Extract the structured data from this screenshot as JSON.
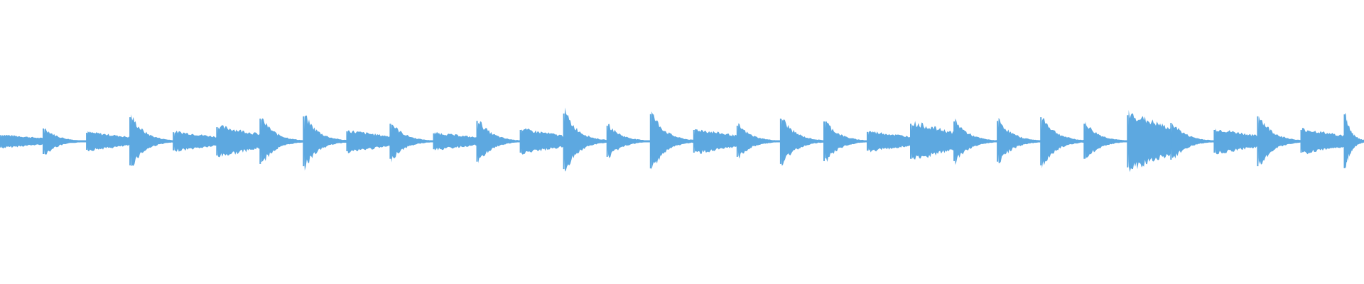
{
  "waveform": {
    "color": "#5DA8E0",
    "background": "#FFFFFF",
    "segments": [
      {
        "peak": 0.22,
        "decay": "flat"
      },
      {
        "peak": 0.45,
        "decay": "pluck"
      },
      {
        "peak": 0.3,
        "decay": "flat"
      },
      {
        "peak": 0.85,
        "decay": "pluck"
      },
      {
        "peak": 0.32,
        "decay": "flat"
      },
      {
        "peak": 0.5,
        "decay": "flat"
      },
      {
        "peak": 0.8,
        "decay": "pluck"
      },
      {
        "peak": 0.88,
        "decay": "pluck"
      },
      {
        "peak": 0.35,
        "decay": "flat"
      },
      {
        "peak": 0.62,
        "decay": "pluck"
      },
      {
        "peak": 0.28,
        "decay": "flat"
      },
      {
        "peak": 0.72,
        "decay": "pluck"
      },
      {
        "peak": 0.4,
        "decay": "flat"
      },
      {
        "peak": 0.98,
        "decay": "pluck"
      },
      {
        "peak": 0.55,
        "decay": "pluck"
      },
      {
        "peak": 0.96,
        "decay": "pluck"
      },
      {
        "peak": 0.4,
        "decay": "flat"
      },
      {
        "peak": 0.55,
        "decay": "pluck"
      },
      {
        "peak": 0.8,
        "decay": "pluck"
      },
      {
        "peak": 0.7,
        "decay": "pluck"
      },
      {
        "peak": 0.33,
        "decay": "flat"
      },
      {
        "peak": 0.62,
        "decay": "flat"
      },
      {
        "peak": 0.7,
        "decay": "pluck"
      },
      {
        "peak": 0.72,
        "decay": "pluck"
      },
      {
        "peak": 0.85,
        "decay": "pluck"
      },
      {
        "peak": 0.62,
        "decay": "pluck"
      },
      {
        "peak": 0.92,
        "decay": "flat"
      },
      {
        "peak": 0.65,
        "decay": "pluck"
      },
      {
        "peak": 0.4,
        "decay": "flat"
      },
      {
        "peak": 0.88,
        "decay": "pluck"
      },
      {
        "peak": 0.4,
        "decay": "flat"
      },
      {
        "peak": 0.95,
        "decay": "pluck"
      }
    ]
  }
}
